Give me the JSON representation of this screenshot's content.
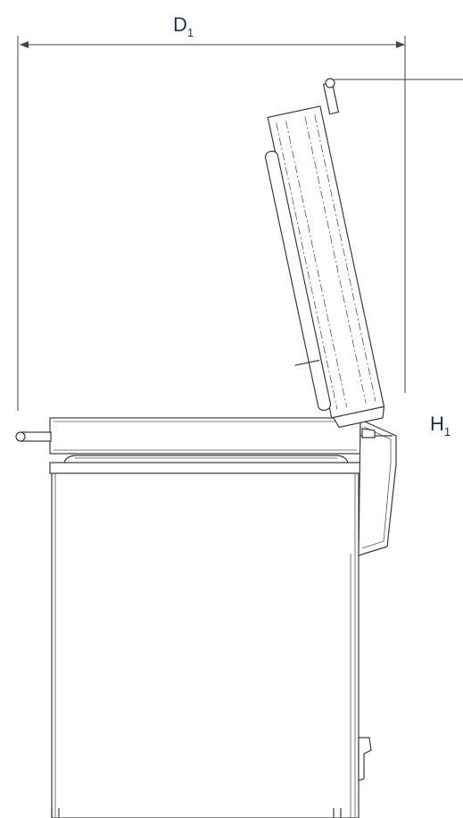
{
  "labels": {
    "depth_main": "D",
    "depth_sub": "1",
    "height_main": "H",
    "height_sub": "1"
  }
}
